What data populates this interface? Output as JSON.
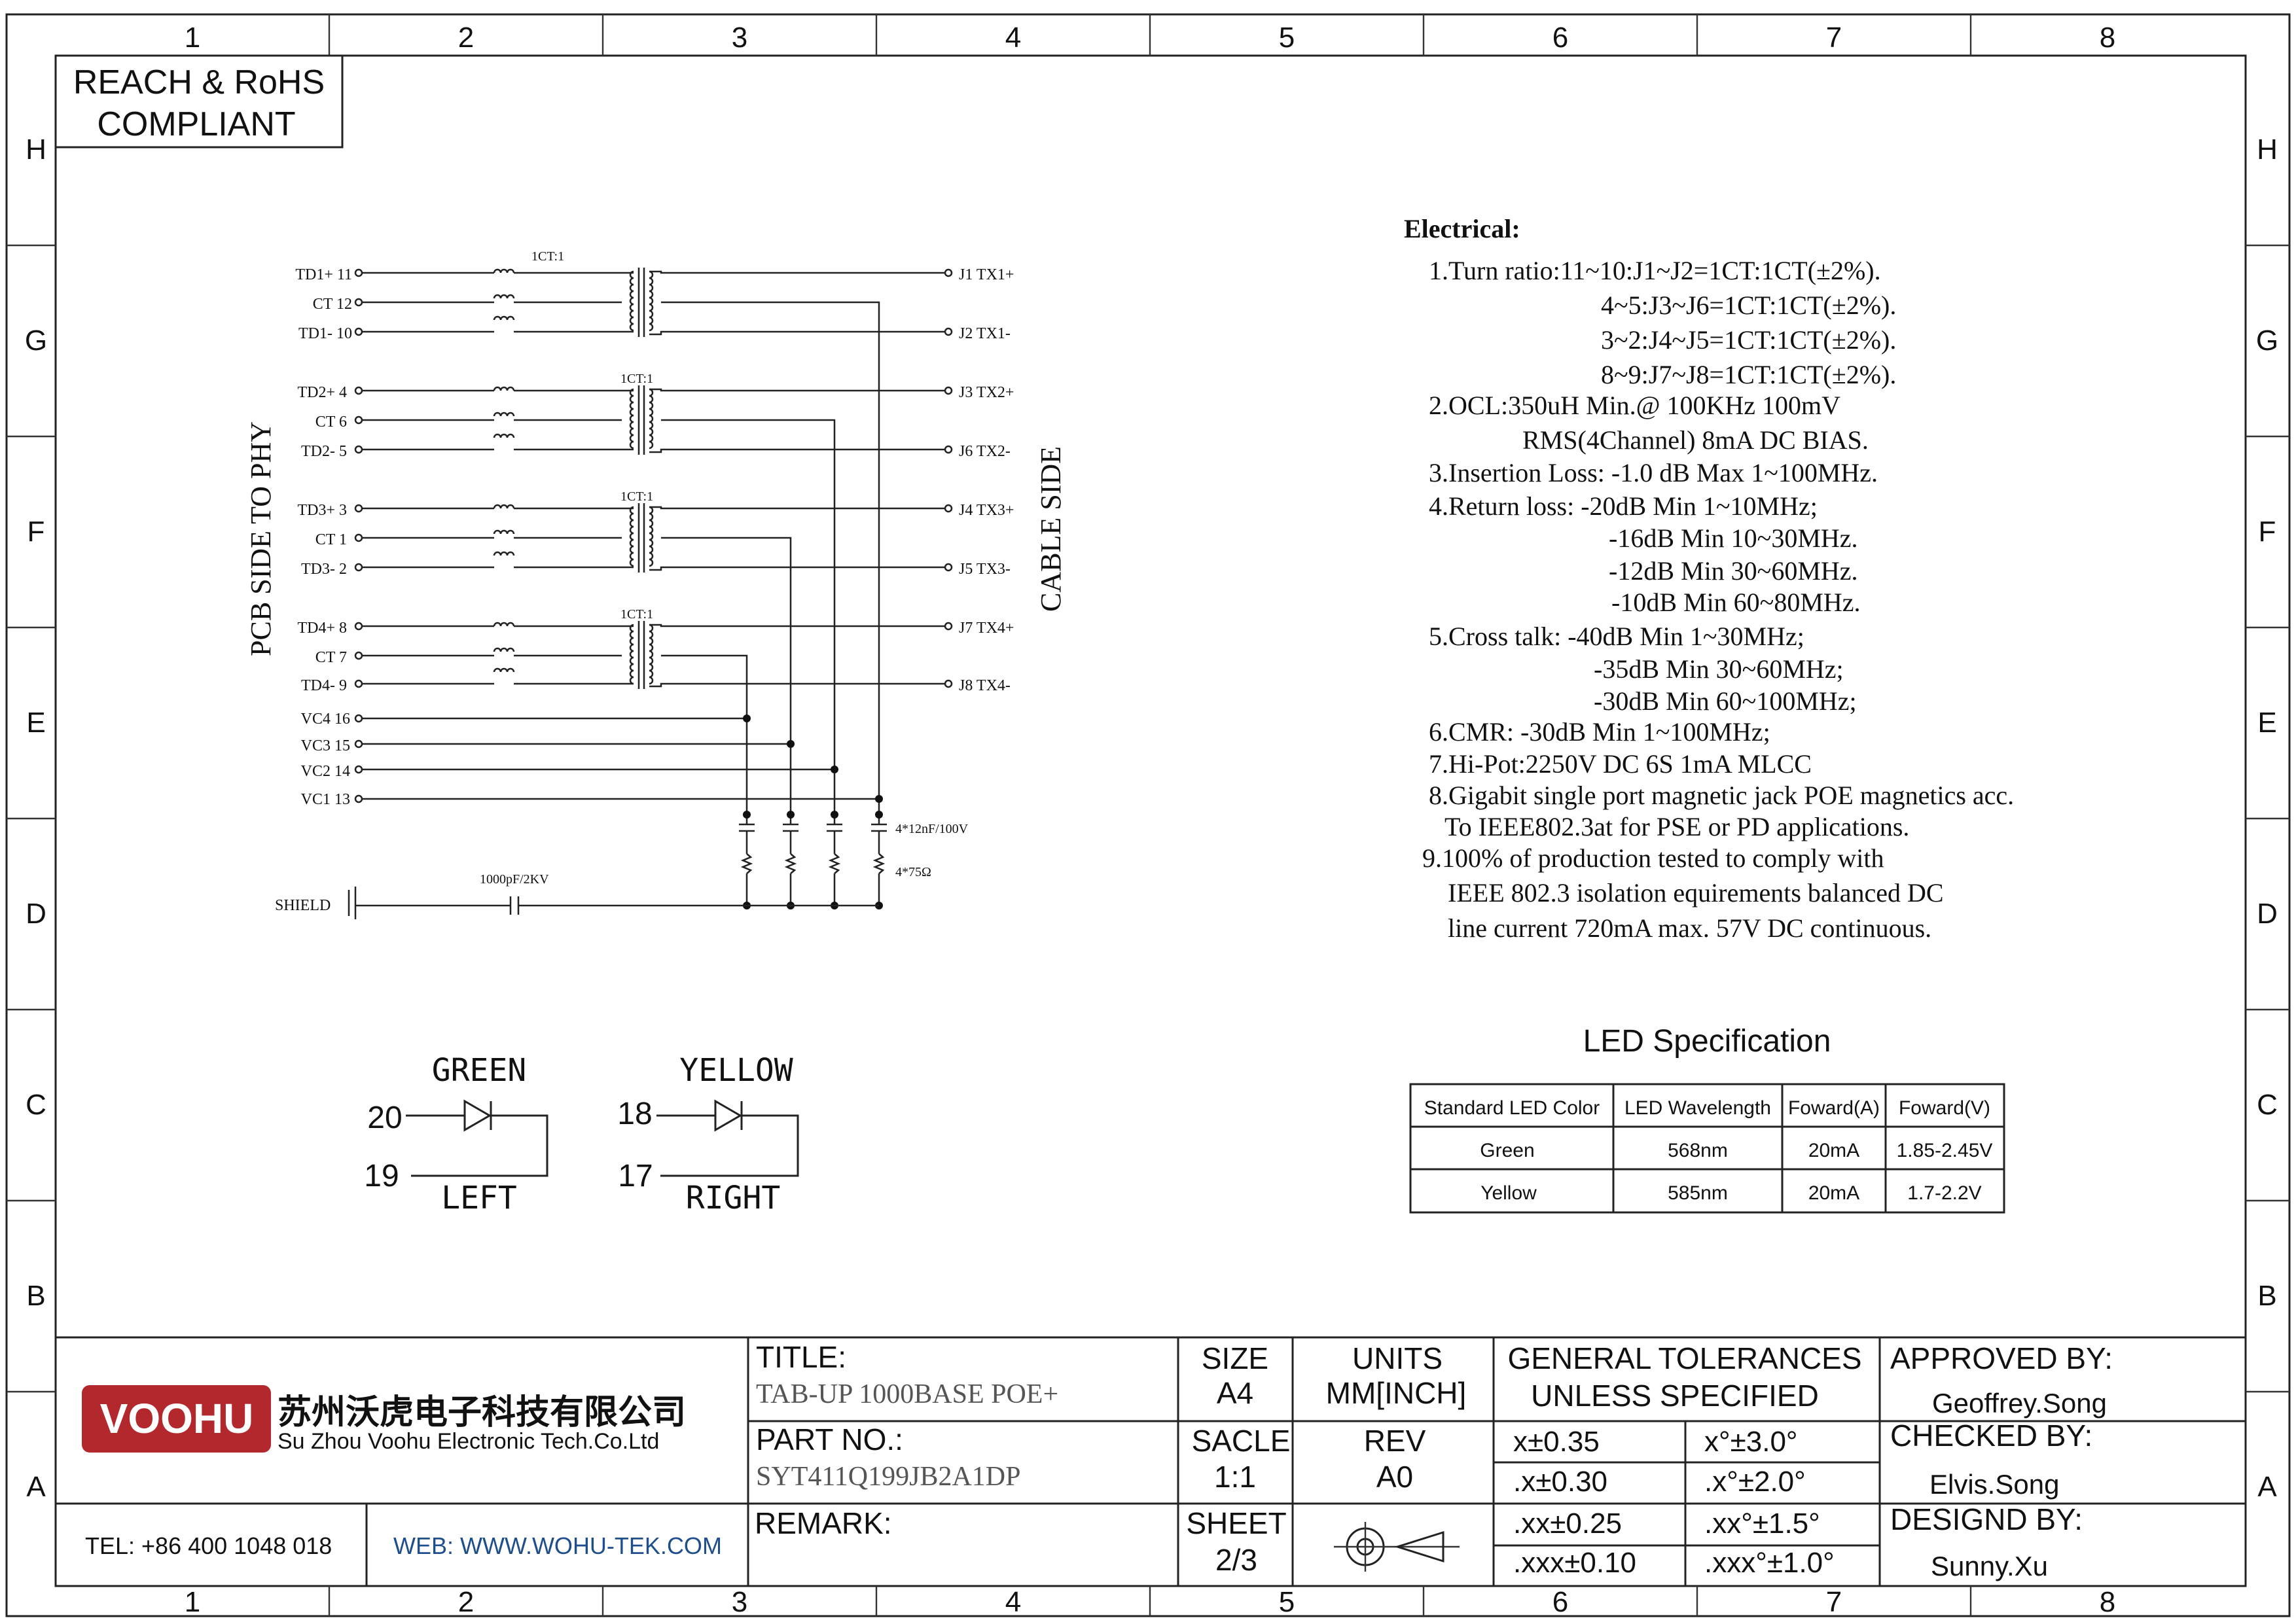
{
  "compliance": {
    "line1": "REACH & RoHS",
    "line2": "COMPLIANT"
  },
  "zones": {
    "cols": [
      "1",
      "2",
      "3",
      "4",
      "5",
      "6",
      "7",
      "8"
    ],
    "rows": [
      "H",
      "G",
      "F",
      "E",
      "D",
      "C",
      "B",
      "A"
    ]
  },
  "schematic": {
    "side_left": "PCB SIDE TO PHY",
    "side_right": "CABLE SIDE",
    "ratio_label": "1CT:1",
    "left_pins": [
      "TD1+ 11",
      "CT 12",
      "TD1- 10",
      "TD2+ 4",
      "CT 6",
      "TD2- 5",
      "TD3+ 3",
      "CT 1",
      "TD3- 2",
      "TD4+ 8",
      "CT 7",
      "TD4- 9"
    ],
    "vc_pins": [
      "VC4 16",
      "VC3 15",
      "VC2 14",
      "VC1 13"
    ],
    "right_pins": [
      "J1 TX1+",
      "J2 TX1-",
      "J3 TX2+",
      "J6 TX2-",
      "J4 TX3+",
      "J5 TX3-",
      "J7 TX4+",
      "J8 TX4-"
    ],
    "cap_label": "4*12nF/100V",
    "res_label": "4*75Ω",
    "shield_label": "SHIELD",
    "shield_cap_label": "1000pF/2KV"
  },
  "leds": [
    {
      "color": "GREEN",
      "pin_a": "20",
      "pin_b": "19",
      "side": "LEFT"
    },
    {
      "color": "YELLOW",
      "pin_a": "18",
      "pin_b": "17",
      "side": "RIGHT"
    }
  ],
  "electrical": {
    "heading": "Electrical:",
    "lines": [
      "1.Turn ratio:11~10:J1~J2=1CT:1CT(±2%).",
      "4~5:J3~J6=1CT:1CT(±2%).",
      "3~2:J4~J5=1CT:1CT(±2%).",
      "8~9:J7~J8=1CT:1CT(±2%).",
      "2.OCL:350uH Min.@ 100KHz 100mV",
      "RMS(4Channel) 8mA DC BIAS.",
      "3.Insertion Loss: -1.0 dB Max 1~100MHz.",
      "4.Return loss: -20dB Min 1~10MHz;",
      "-16dB Min 10~30MHz.",
      "-12dB Min 30~60MHz.",
      "-10dB Min 60~80MHz.",
      "5.Cross talk: -40dB Min 1~30MHz;",
      "-35dB Min 30~60MHz;",
      "-30dB Min 60~100MHz;",
      "6.CMR: -30dB Min 1~100MHz;",
      "7.Hi-Pot:2250V DC 6S 1mA MLCC",
      "8.Gigabit single port magnetic jack POE magnetics acc.",
      "To IEEE802.3at for  PSE or  PD   applications.",
      "9.100% of production tested to comply with",
      "IEEE 802.3 isolation equirements balanced DC",
      "line current 720mA max. 57V DC continuous."
    ]
  },
  "led_spec": {
    "title": "LED Specification",
    "headers": [
      "Standard LED Color",
      "LED Wavelength",
      "Foward(A)",
      "Foward(V)"
    ],
    "rows": [
      [
        "Green",
        "568nm",
        "20mA",
        "1.85-2.45V"
      ],
      [
        "Yellow",
        "585nm",
        "20mA",
        "1.7-2.2V"
      ]
    ]
  },
  "title_block": {
    "logo_text": "VOOHU",
    "company_cn": "苏州沃虎电子科技有限公司",
    "company_en": "Su Zhou Voohu Electronic Tech.Co.Ltd",
    "tel": "TEL: +86 400 1048 018",
    "web": "WEB: WWW.WOHU-TEK.COM",
    "title_label": "TITLE:",
    "title_value": "TAB-UP 1000BASE POE+",
    "part_label": "PART NO.:",
    "part_value": "SYT411Q199JB2A1DP",
    "remark_label": "REMARK:",
    "size_label": "SIZE",
    "size_value": "A4",
    "units_label": "UNITS",
    "units_value": "MM[INCH]",
    "scale_label": "SACLE",
    "scale_value": "1:1",
    "rev_label": "REV",
    "rev_value": "A0",
    "sheet_label": "SHEET",
    "sheet_value": "2/3",
    "tol_title1": "GENERAL TOLERANCES",
    "tol_title2": "UNLESS SPECIFIED",
    "tolerances": [
      [
        "x±0.35",
        "x°±3.0°"
      ],
      [
        ".x±0.30",
        ".x°±2.0°"
      ],
      [
        ".xx±0.25",
        ".xx°±1.5°"
      ],
      [
        ".xxx±0.10",
        ".xxx°±1.0°"
      ]
    ],
    "approved_label": "APPROVED BY:",
    "approved_value": "Geoffrey.Song",
    "checked_label": "CHECKED BY:",
    "checked_value": "Elvis.Song",
    "designed_label": "DESIGND BY:",
    "designed_value": "Sunny.Xu"
  },
  "colors": {
    "logo_red": "#b3282d",
    "web_blue": "#1f4e8c"
  }
}
